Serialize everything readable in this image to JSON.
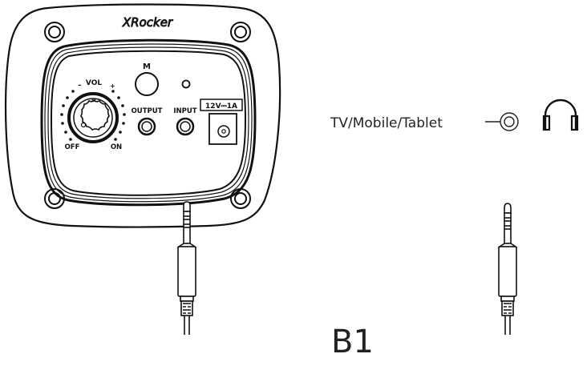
{
  "panel": {
    "brand": "XRocker",
    "mode_button_label": "M",
    "volume_label": "VOL",
    "volume_minus": "–",
    "volume_plus": "+",
    "off_label": "OFF",
    "on_label": "ON",
    "output_label": "OUTPUT",
    "input_label": "INPUT",
    "power_rating": "12V⎓1A"
  },
  "source": {
    "label": "TV/Mobile/Tablet",
    "connector_icon": "audio-jack-icon",
    "device_icon": "headphones-icon"
  },
  "figure_label": "B1",
  "colors": {
    "line": "#111111",
    "background": "#ffffff",
    "text": "#222222"
  }
}
